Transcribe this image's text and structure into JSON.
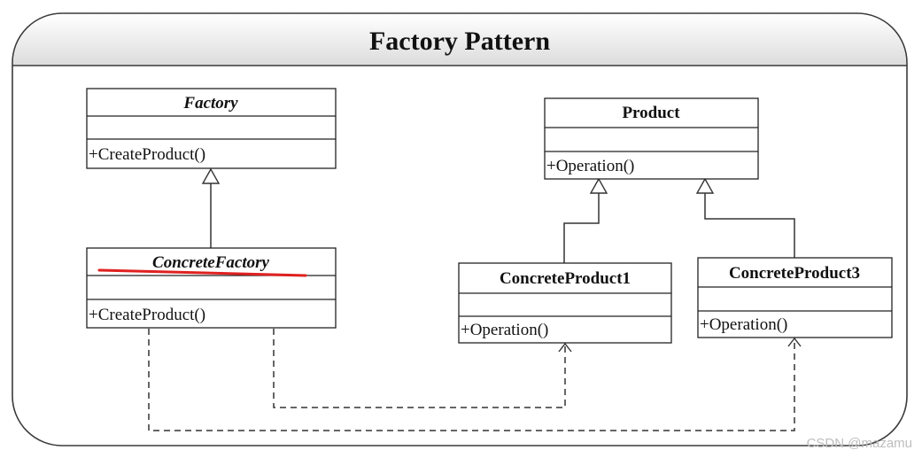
{
  "diagram": {
    "title": "Factory Pattern",
    "classes": {
      "factory": {
        "name": "Factory",
        "method": "+CreateProduct()"
      },
      "concrete_factory": {
        "name": "ConcreteFactory",
        "method": "+CreateProduct()"
      },
      "product": {
        "name": "Product",
        "method": "+Operation()"
      },
      "concrete_product1": {
        "name": "ConcreteProduct1",
        "method": "+Operation()"
      },
      "concrete_product3": {
        "name": "ConcreteProduct3",
        "method": "+Operation()"
      }
    },
    "relationships": [
      {
        "type": "inheritance",
        "from": "ConcreteFactory",
        "to": "Factory"
      },
      {
        "type": "inheritance",
        "from": "ConcreteProduct1",
        "to": "Product"
      },
      {
        "type": "inheritance",
        "from": "ConcreteProduct3",
        "to": "Product"
      },
      {
        "type": "dependency",
        "from": "ConcreteFactory",
        "to": "ConcreteProduct1"
      },
      {
        "type": "dependency",
        "from": "ConcreteFactory",
        "to": "ConcreteProduct3"
      }
    ],
    "annotation_color": "#e02020"
  },
  "watermark": "CSDN @mazamu"
}
